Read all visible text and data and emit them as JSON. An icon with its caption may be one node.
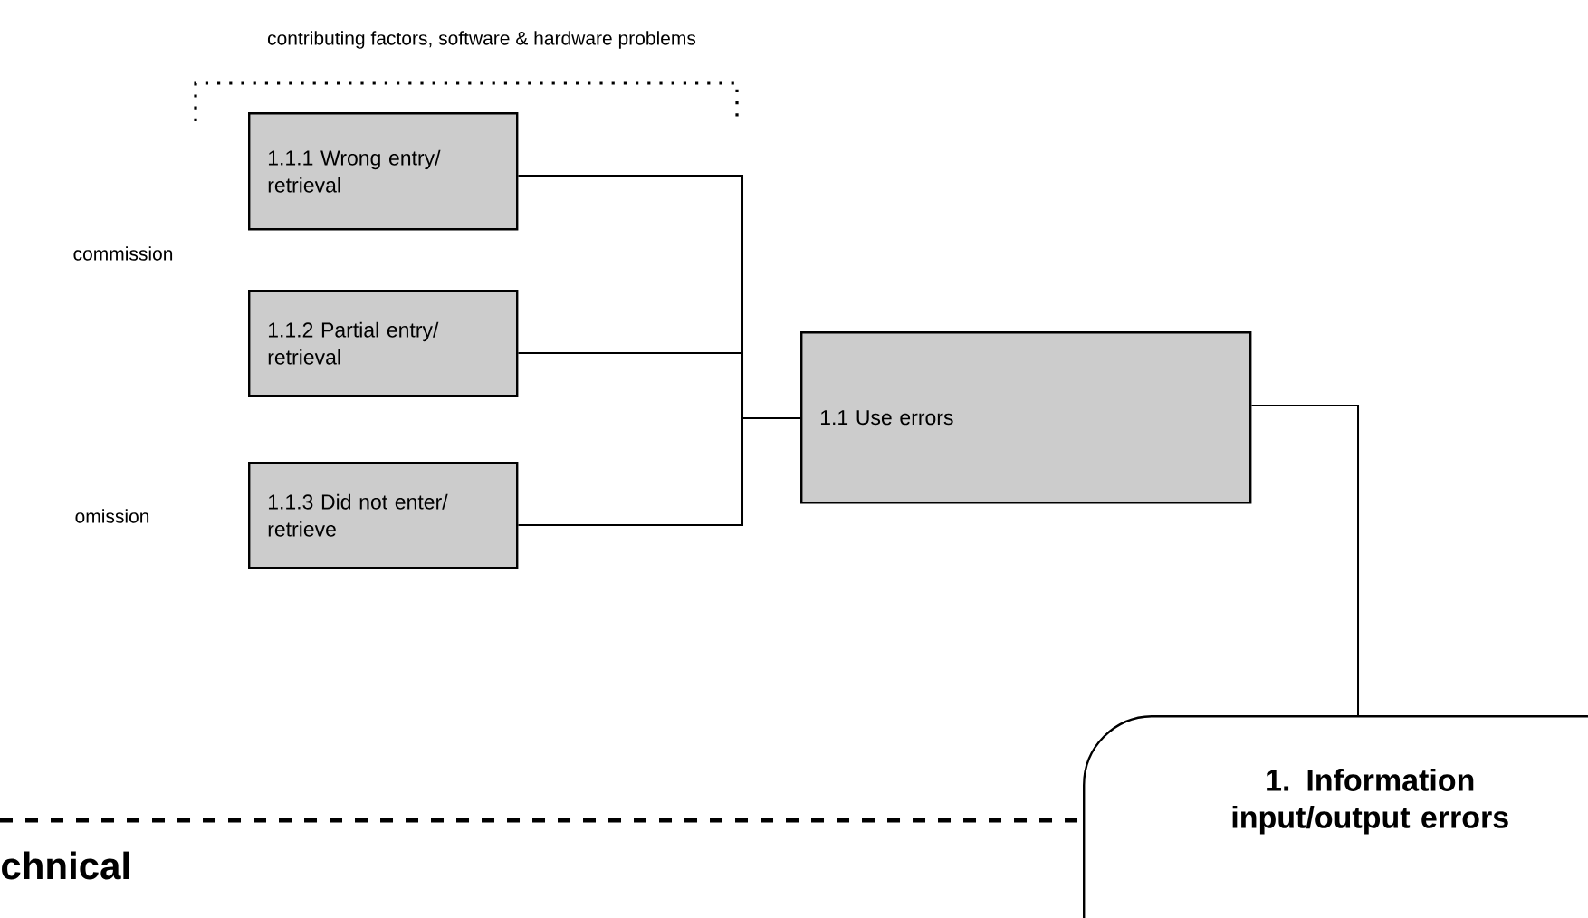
{
  "diagram": {
    "nodes": [
      {
        "text": [
          "1.1.1 Wrong entry/ retrieval"
        ]
      },
      {
        "text": [
          "1.1.2 Partial entry/ retrieval"
        ]
      },
      {
        "text": [
          "1.1.3 Did not enter/ retrieve"
        ]
      },
      {
        "text": [
          "1.1 Use errors"
        ]
      },
      {
        "text": [
          "1. Information input/output errors"
        ]
      }
    ],
    "edges": [
      {
        "from": 0,
        "to": 3,
        "arrow": "none"
      },
      {
        "from": 1,
        "to": 3,
        "arrow": "none"
      },
      {
        "from": 2,
        "to": 3,
        "arrow": "none"
      },
      {
        "from": 3,
        "to": 4,
        "arrow": "none"
      },
      {
        "from": null,
        "to": 4,
        "arrow": "none",
        "style": "dashed"
      }
    ],
    "labels": [
      "contributing factors, software & hardware problems",
      "commission",
      "omission",
      "chnical"
    ]
  }
}
